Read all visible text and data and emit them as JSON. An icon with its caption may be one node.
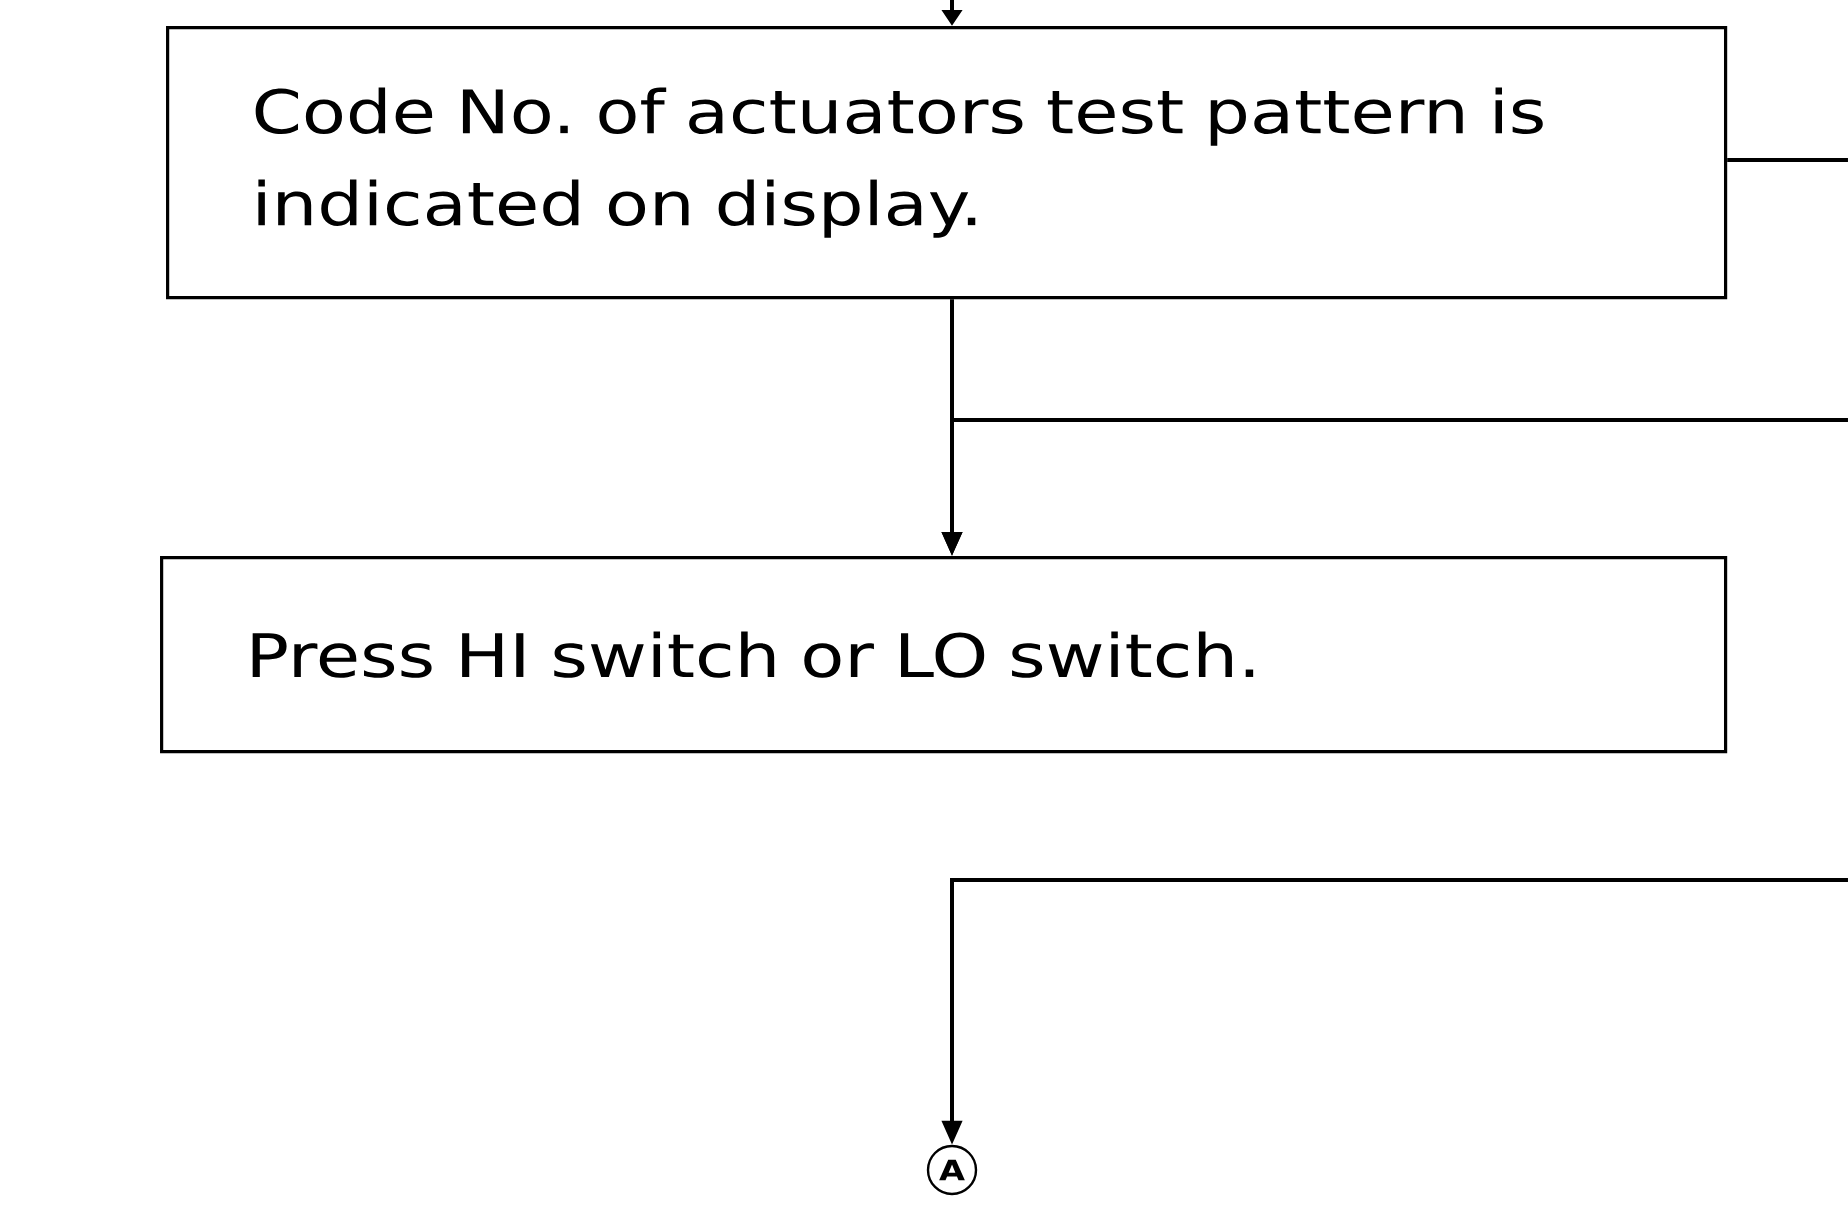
{
  "diagram": {
    "nodes": [
      {
        "text": [
          "Code No. of actuators test pattern is indicated on display."
        ]
      },
      {
        "text": [
          "Press HI switch or LO switch."
        ]
      },
      {
        "text": [
          "A"
        ]
      }
    ],
    "edges": [
      {
        "from": null,
        "to": 0,
        "arrow": "to"
      },
      {
        "from": 0,
        "to": null,
        "arrow": "none"
      },
      {
        "from": 0,
        "to": 1,
        "arrow": "to"
      },
      {
        "from": null,
        "to": 1,
        "arrow": "to"
      },
      {
        "from": null,
        "to": 2,
        "arrow": "to"
      }
    ]
  }
}
